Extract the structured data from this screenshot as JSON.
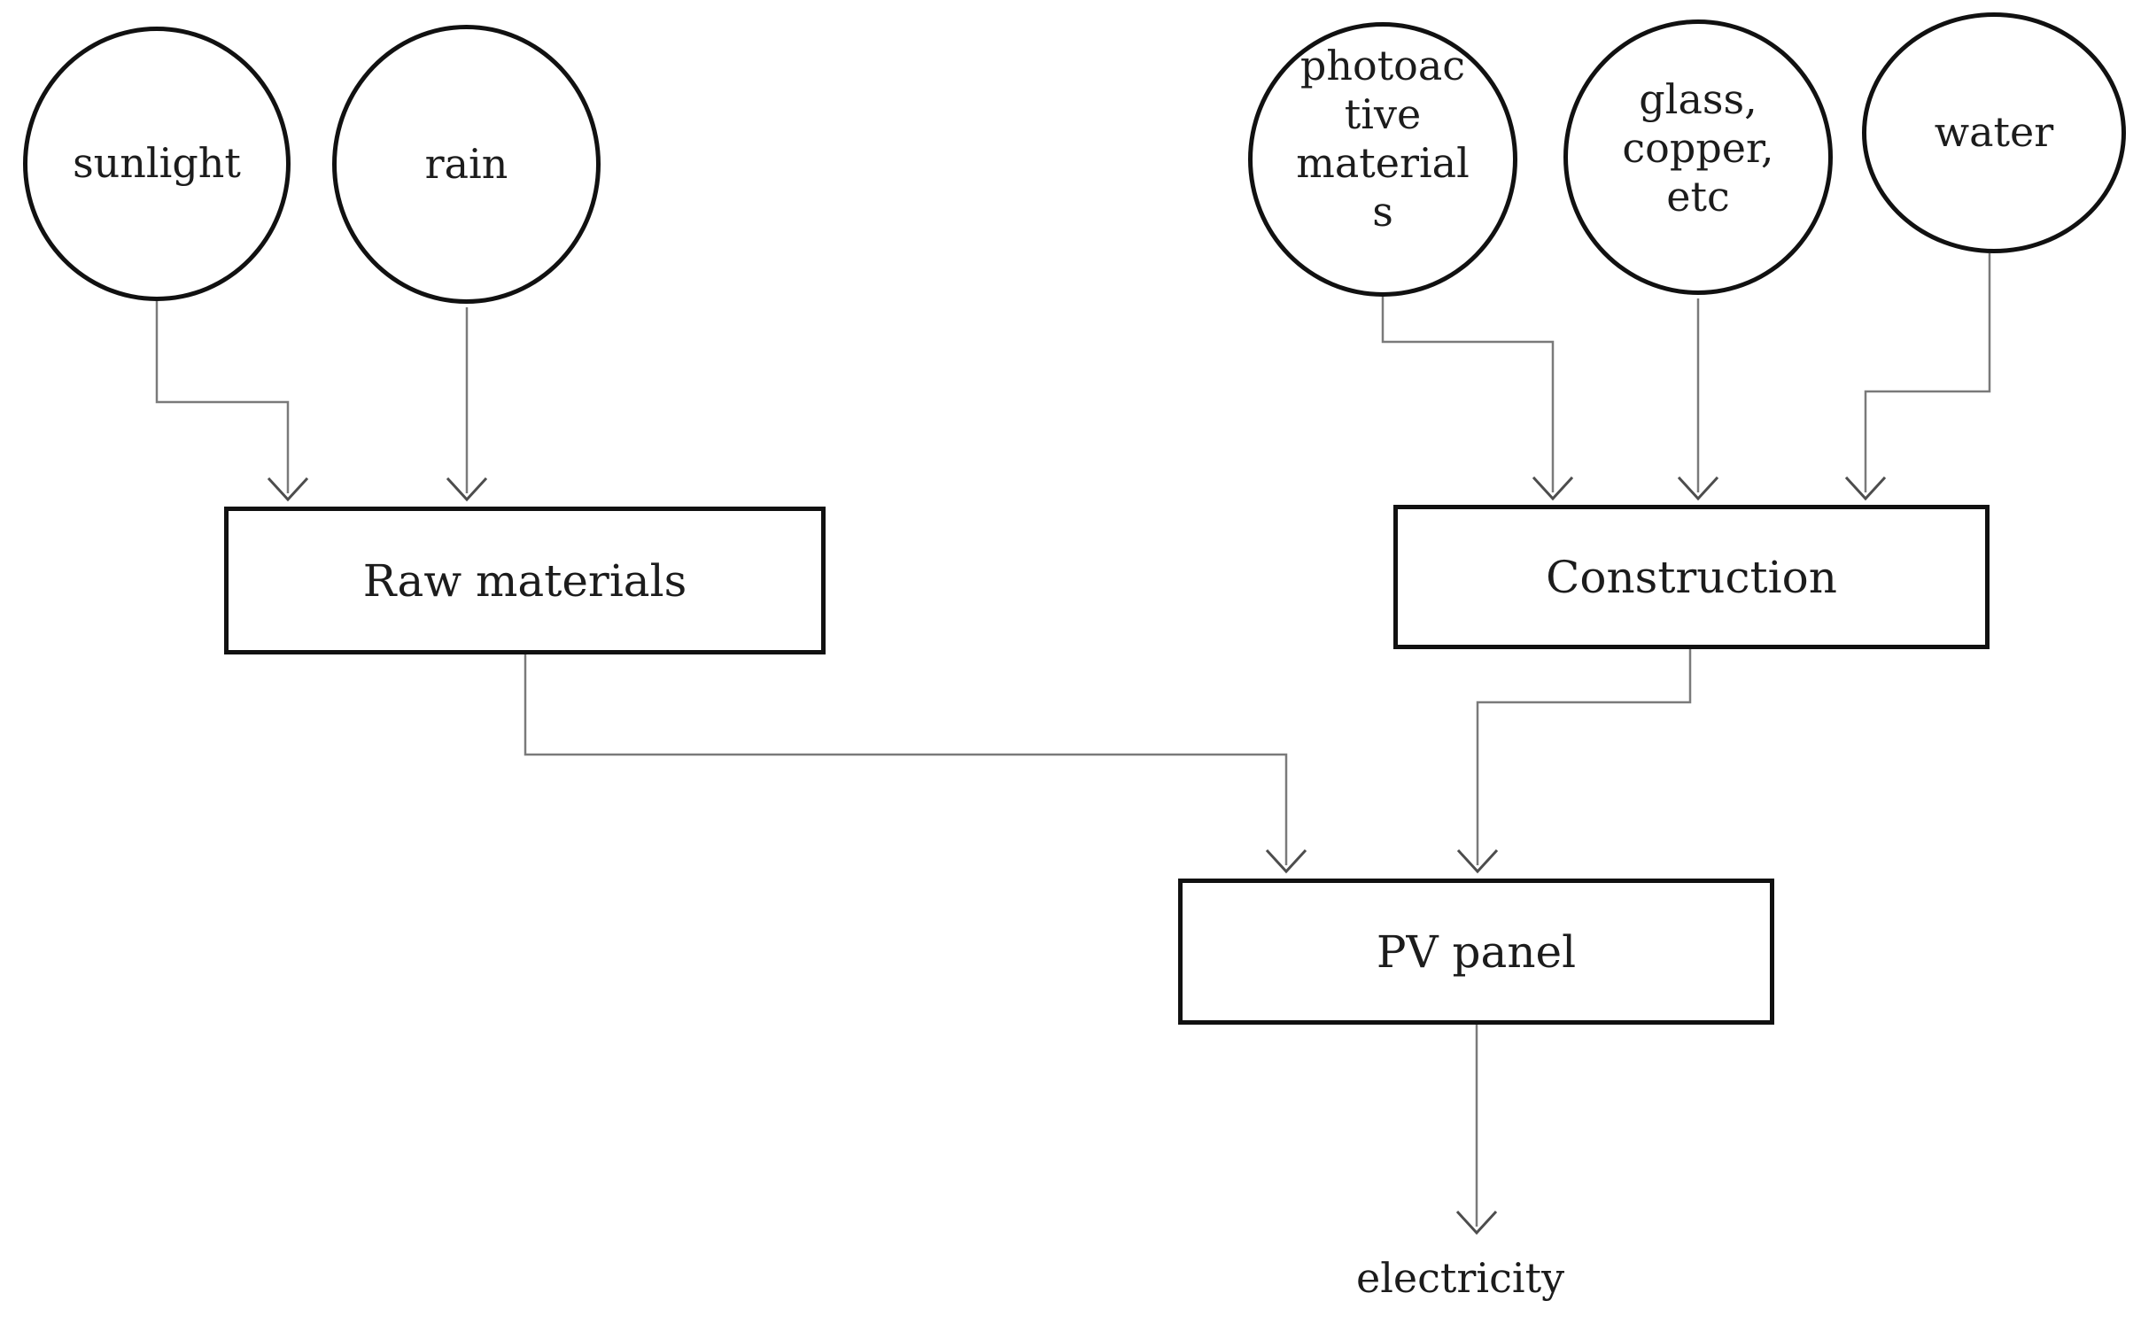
{
  "page": {
    "background": "#ffffff"
  },
  "diagram": {
    "type": "flowchart",
    "colors": {
      "shape_border": "#111111",
      "text": "#1c1c1c",
      "connector_line": "#7a7a7a",
      "arrowhead": "#4d4d4d",
      "shape_fill": "#ffffff"
    },
    "nodes": {
      "sunlight": {
        "shape": "ellipse",
        "label": "sunlight"
      },
      "rain": {
        "shape": "ellipse",
        "label": "rain"
      },
      "photoactive_materials": {
        "shape": "ellipse",
        "label": "photoac\ntive\nmaterial\ns"
      },
      "glass_copper_etc": {
        "shape": "ellipse",
        "label": "glass,\ncopper,\netc"
      },
      "water": {
        "shape": "ellipse",
        "label": "water"
      },
      "raw_materials": {
        "shape": "rect",
        "label": "Raw materials"
      },
      "construction": {
        "shape": "rect",
        "label": "Construction"
      },
      "pv_panel": {
        "shape": "rect",
        "label": "PV panel"
      },
      "electricity": {
        "shape": "text",
        "label": "electricity"
      }
    },
    "edges": [
      {
        "from": "sunlight",
        "to": "raw_materials"
      },
      {
        "from": "rain",
        "to": "raw_materials"
      },
      {
        "from": "photoactive_materials",
        "to": "construction"
      },
      {
        "from": "glass_copper_etc",
        "to": "construction"
      },
      {
        "from": "water",
        "to": "construction"
      },
      {
        "from": "raw_materials",
        "to": "pv_panel"
      },
      {
        "from": "construction",
        "to": "pv_panel"
      },
      {
        "from": "pv_panel",
        "to": "electricity"
      }
    ]
  }
}
